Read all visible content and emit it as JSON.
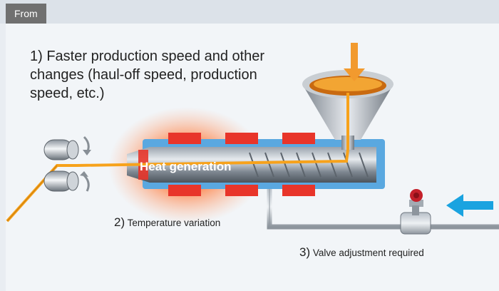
{
  "header": {
    "tab_label": "From"
  },
  "labels": {
    "item1": "1) Faster production speed and other changes (haul-off speed, production speed, etc.)",
    "heat": "Heat generation",
    "item2_num": "2)",
    "item2_text": "Temperature variation",
    "item3_num": "3)",
    "item3_text": "Valve adjustment required"
  },
  "icons": {
    "down_arrow": "down-arrow-icon",
    "left_arrow": "left-arrow-icon",
    "rotation": "rotation-arrow-icon"
  },
  "colors": {
    "orange_arrow": "#f29a2e",
    "blue_arrow": "#1aa3e0",
    "heater_red": "#e8352a",
    "material_orange": "#f7a21b",
    "cooling_blue": "#5aa8e0"
  }
}
